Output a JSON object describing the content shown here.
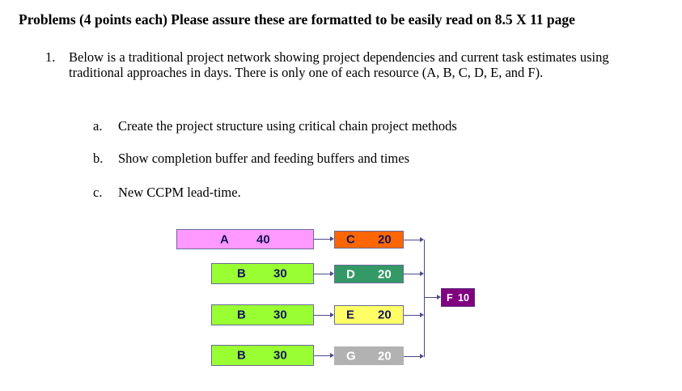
{
  "title": "Problems (4 points each) Please assure these are formatted to be easily read on 8.5 X 11 page",
  "question": {
    "number": "1.",
    "text": "Below is a traditional project network showing project dependencies and current task estimates using traditional approaches in days. There is only one of each resource (A, B, C, D, E, and F).",
    "parts": [
      {
        "label": "a.",
        "text": "Create the project structure using critical chain project methods"
      },
      {
        "label": "b.",
        "text": "Show completion buffer and feeding buffers and times"
      },
      {
        "label": "c.",
        "text": "New CCPM lead-time."
      }
    ]
  },
  "network": {
    "colors": {
      "A": "#ff99ff",
      "B": "#99ff33",
      "C": "#ff6600",
      "D": "#339966",
      "E": "#ffff66",
      "G": "#b2b2b2",
      "F": "#800080",
      "connector": "#4a4a8a"
    },
    "rows": [
      {
        "first": {
          "task": "A",
          "days": "40"
        },
        "second": {
          "task": "C",
          "days": "20"
        }
      },
      {
        "first": {
          "task": "B",
          "days": "30"
        },
        "second": {
          "task": "D",
          "days": "20"
        }
      },
      {
        "first": {
          "task": "B",
          "days": "30"
        },
        "second": {
          "task": "E",
          "days": "20"
        }
      },
      {
        "first": {
          "task": "B",
          "days": "30"
        },
        "second": {
          "task": "G",
          "days": "20"
        }
      }
    ],
    "final": {
      "label": "F 10",
      "task": "F",
      "days": "10"
    }
  }
}
